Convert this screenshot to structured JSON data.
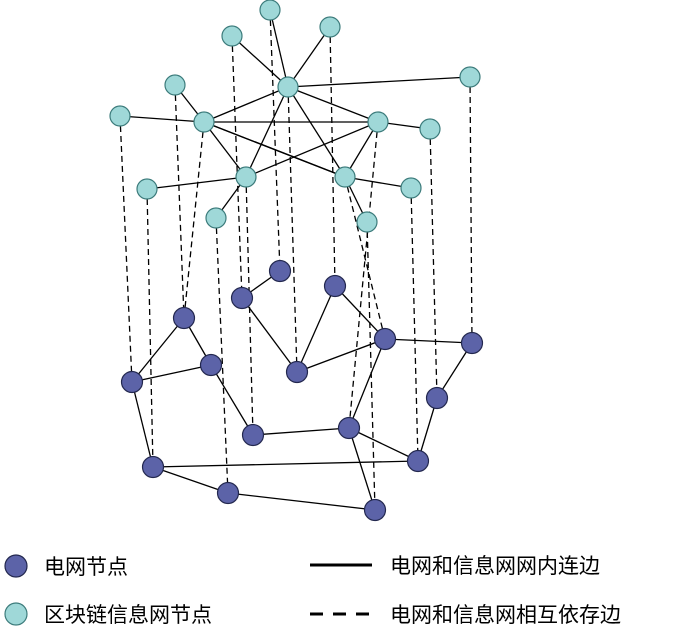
{
  "colors": {
    "power_node_fill": "#5c63a8",
    "power_node_stroke": "#23284f",
    "info_node_fill": "#9fd8d8",
    "info_node_stroke": "#3d7c7c",
    "edge": "#000000"
  },
  "legend": {
    "power_node_label": "电网节点",
    "info_node_label": "区块链信息网节点",
    "internal_edge_label": "电网和信息网网内连边",
    "dependency_edge_label": "电网和信息网相互依存边"
  }
}
